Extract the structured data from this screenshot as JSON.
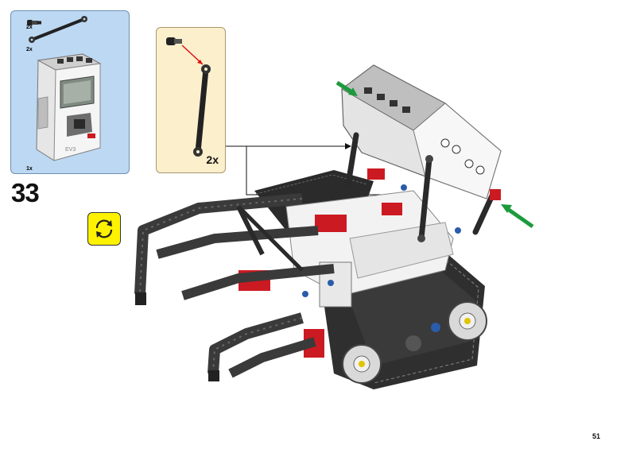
{
  "step": {
    "number": "33"
  },
  "parts_list": {
    "items": [
      {
        "qty": "2x",
        "part": "pin-with-axle-icon"
      },
      {
        "qty": "2x",
        "part": "liftarm-icon"
      },
      {
        "qty": "1x",
        "part": "ev3-brick-icon"
      }
    ],
    "brick_label": "EV3"
  },
  "subassembly": {
    "qty": "2x"
  },
  "rotate_model": {
    "icon": "rotate-arrows-icon"
  },
  "page": {
    "number": "51"
  },
  "colors": {
    "parts_panel": "#bcd8f2",
    "subassembly_panel": "#fcefcc",
    "rotate_badge": "#fff200",
    "insert_arrow": "#1c9a3c",
    "technic_red": "#cc1a22"
  }
}
